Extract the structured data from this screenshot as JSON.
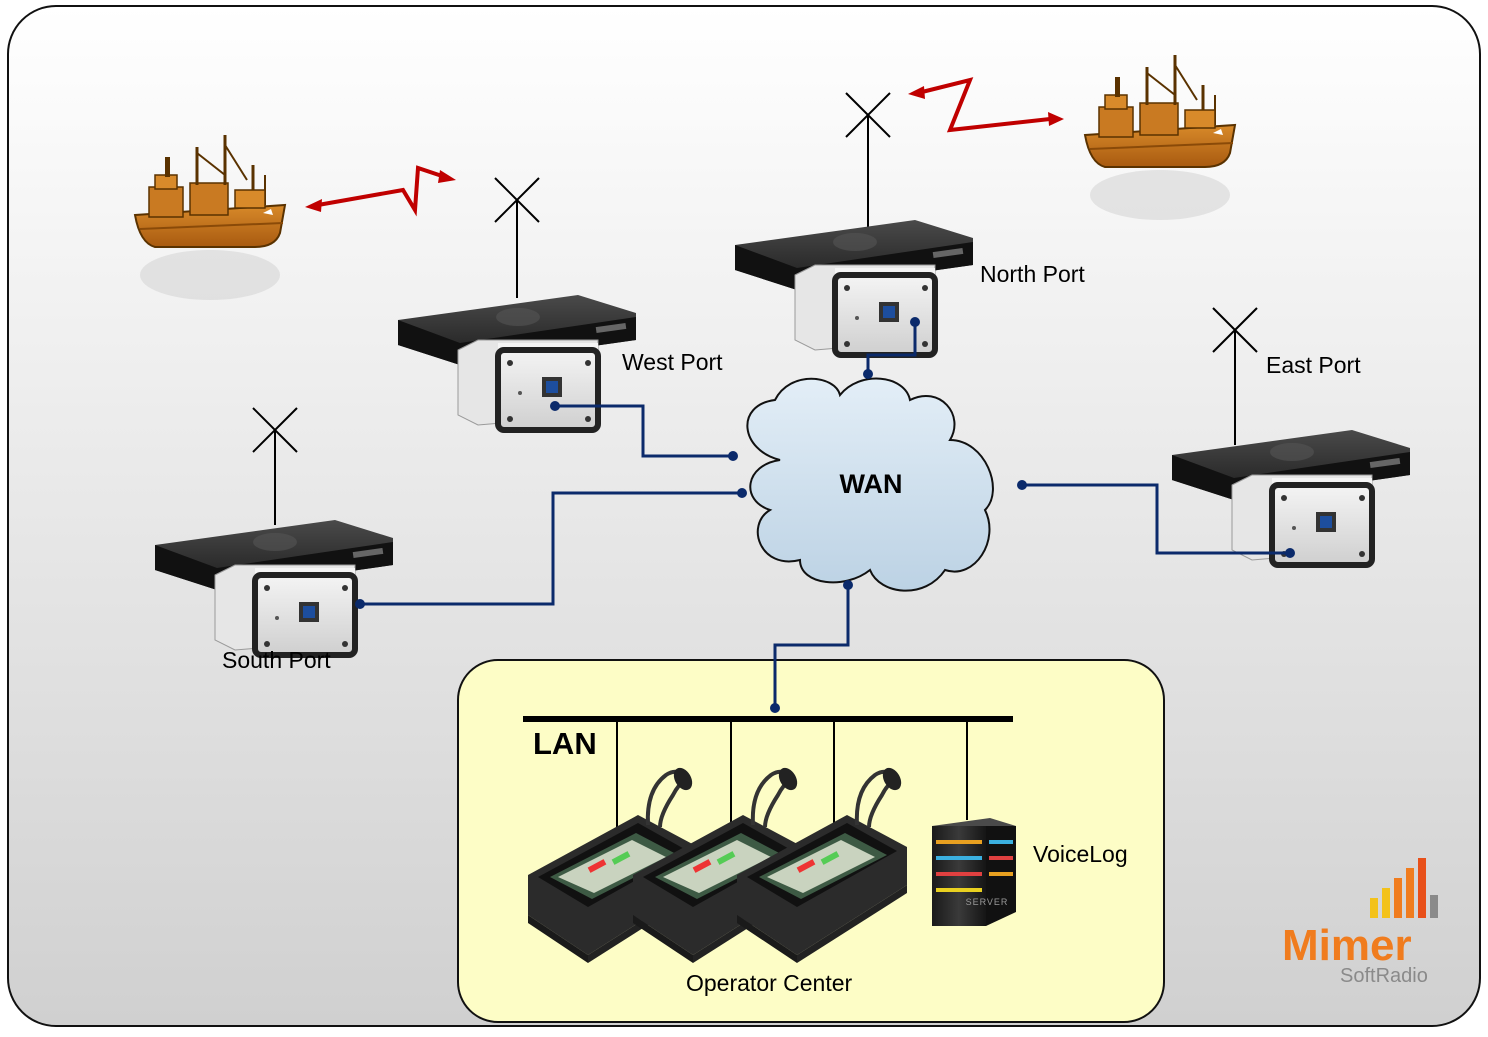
{
  "labels": {
    "west": "West Port",
    "north": "North Port",
    "east": "East Port",
    "south": "South Port",
    "wan": "WAN",
    "lan": "LAN",
    "voicelog": "VoiceLog",
    "operator_center": "Operator Center",
    "server_text": "SERVER"
  },
  "logo": {
    "name": "Mimer",
    "sub": "SoftRadio"
  },
  "colors": {
    "background_top": "#ffffff",
    "background_bottom": "#d2d2d2",
    "cloud": "#cfe0ee",
    "link": "#0b2a6b",
    "radio_link": "#c00000",
    "operator_zone": "#fdfdc6",
    "ship_hull": "#c9731c",
    "logo_orange": "#f07c1e",
    "logo_yellow": "#f3c21a",
    "logo_gray": "#8a8a8a"
  }
}
